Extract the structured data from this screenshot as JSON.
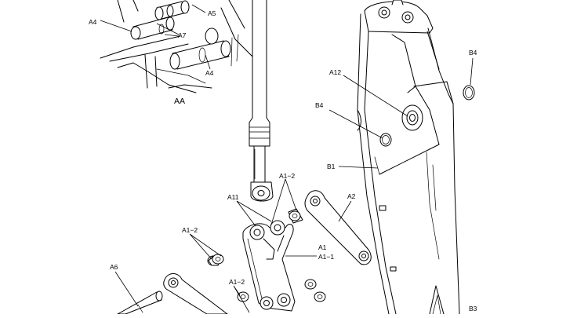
{
  "labels": {
    "a4_top": "A4",
    "a5": "A5",
    "a7": "A7",
    "a4_bottom": "A4",
    "view_aa": "AA",
    "a12": "A12",
    "b4_right": "B4",
    "b4_left": "B4",
    "b1": "B1",
    "a1_2_top": "A1−2",
    "a11": "A11",
    "a2": "A2",
    "a1_2_left": "A1−2",
    "a1": "A1",
    "a1_1": "A1−1",
    "a6": "A6",
    "a1_2_bottom": "A1−2",
    "b3": "B3"
  }
}
